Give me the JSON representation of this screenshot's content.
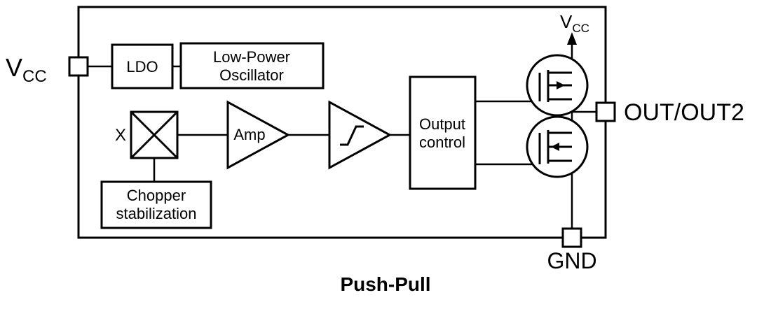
{
  "diagram": {
    "caption": "Push-Pull",
    "pins": {
      "vcc_left": {
        "main": "V",
        "sub": "CC"
      },
      "vcc_top": {
        "main": "V",
        "sub": "CC"
      },
      "out": {
        "label": "OUT/OUT2"
      },
      "gnd": {
        "label": "GND"
      }
    },
    "blocks": {
      "ldo": {
        "label": "LDO"
      },
      "oscillator": {
        "line1": "Low-Power",
        "line2": "Oscillator"
      },
      "hall_element": {
        "label": "X"
      },
      "chopper": {
        "line1": "Chopper",
        "line2": "stabilization"
      },
      "amplifier": {
        "label": "Amp"
      },
      "output_control": {
        "line1": "Output",
        "line2": "control"
      }
    },
    "colors": {
      "stroke": "#000000",
      "background": "#ffffff"
    }
  }
}
